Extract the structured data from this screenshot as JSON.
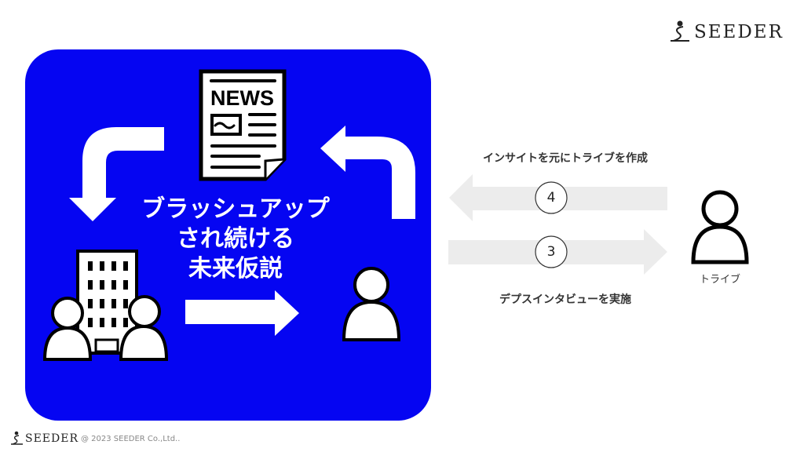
{
  "logo": {
    "text": "SEEDER"
  },
  "footer": {
    "logo_text": "SEEDER",
    "copyright": "@ 2023 SEEDER Co.,Ltd.."
  },
  "panel": {
    "color": "#0505F2",
    "news_label": "NEWS",
    "center_text": [
      "ブラッシュアップ",
      "され続ける",
      "未来仮説"
    ]
  },
  "flow": {
    "top_caption": "インサイトを元にトライブを作成",
    "bottom_caption": "デプスインタビューを実施",
    "step_top": "4",
    "step_bottom": "3",
    "arrow_color": "#ececec",
    "tribe_label": "トライブ"
  }
}
